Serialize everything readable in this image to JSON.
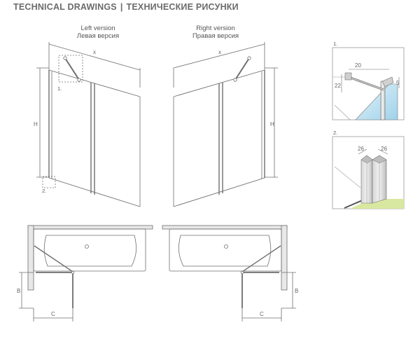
{
  "header": {
    "title_en": "TECHNICAL DRAWINGS",
    "separator": "|",
    "title_ru": "ТЕХНИЧЕСКИЕ РИСУНКИ"
  },
  "left_view": {
    "title_en": "Left version",
    "title_ru": "Левая версия"
  },
  "right_view": {
    "title_en": "Right version",
    "title_ru": "Правая версия"
  },
  "dimensions": {
    "width": "x",
    "height": "H",
    "depth": "B",
    "offset": "C"
  },
  "callouts": {
    "one": "1.",
    "two": "2."
  },
  "detail_1": {
    "label": "1.",
    "top": "20",
    "left": "22",
    "right": "5"
  },
  "detail_2": {
    "label": "2.",
    "a": "26",
    "b": "26"
  },
  "colors": {
    "line": "#6e6e6e",
    "glass": "#bfe3f2",
    "floor": "#d9e8a0"
  }
}
